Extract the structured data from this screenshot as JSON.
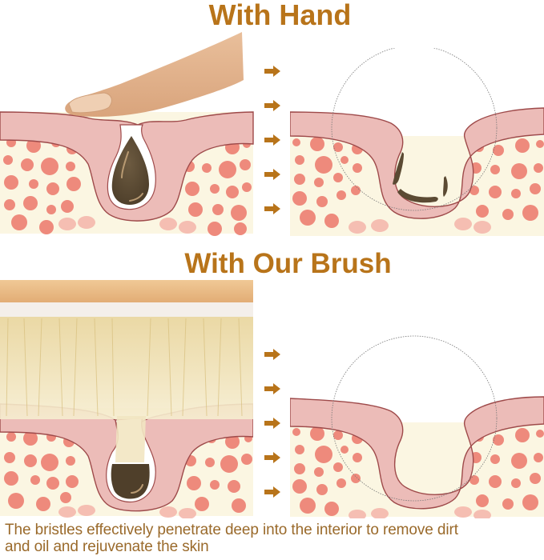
{
  "sections": [
    {
      "title": "With Hand",
      "left_panel": "finger-pressing-clogged-pore",
      "right_panel": "pore-partially-cleaned-residue-left",
      "arrow_count": 5
    },
    {
      "title": "With Our Brush",
      "left_panel": "brush-bristles-penetrating-pore",
      "right_panel": "pore-fully-cleaned",
      "arrow_count": 5
    }
  ],
  "caption": {
    "line1": "The bristles effectively penetrate deep into the interior to remove dirt",
    "line2": "and oil and rejuvenate the skin"
  },
  "colors": {
    "title": "#b8741a",
    "caption": "#9a6a2b",
    "arrow": "#b8741a",
    "skin": "#ecbcb8",
    "skin_outline": "#9e4a4a",
    "fat_cells": "#ee8a7c",
    "tissue_bg": "#fbf6e2",
    "dirt": "#5b4a33",
    "finger": "#e2b48e",
    "brush_wood": "#e8b985",
    "bristles": "#efe3b8"
  },
  "icons": {
    "arrow": "right-arrow-icon"
  }
}
